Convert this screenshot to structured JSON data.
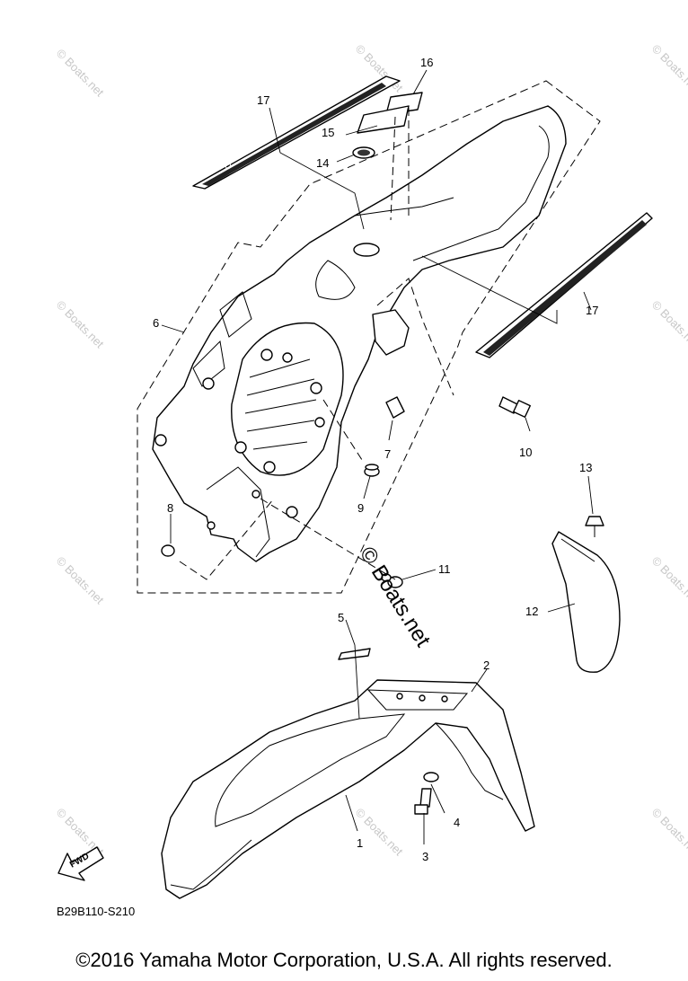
{
  "diagram": {
    "code": "B29B110-S210",
    "fwd_label": "FWD",
    "watermark_large": "© Boats.net",
    "watermark_small": "© Boats.net",
    "callouts": [
      "1",
      "2",
      "3",
      "4",
      "5",
      "6",
      "7",
      "8",
      "9",
      "10",
      "11",
      "12",
      "13",
      "14",
      "15",
      "16",
      "17",
      "17"
    ]
  },
  "footer": {
    "copyright": "©2016 Yamaha Motor Corporation, U.S.A. All rights reserved."
  }
}
